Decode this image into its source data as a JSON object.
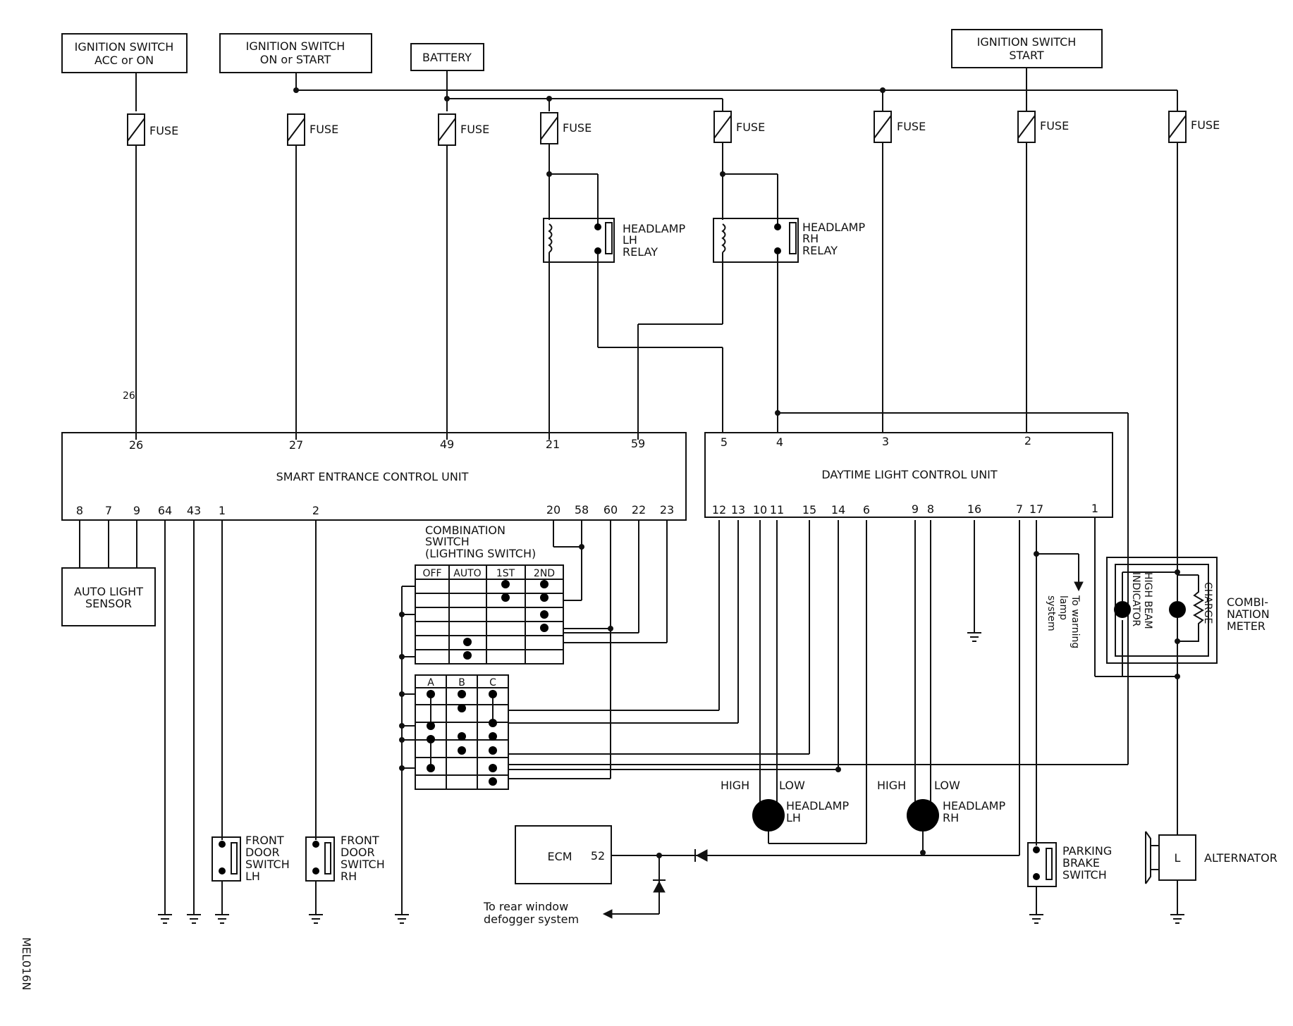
{
  "power_sources": {
    "ign_acc": [
      "IGNITION SWITCH",
      "ACC or ON"
    ],
    "ign_on": [
      "IGNITION SWITCH",
      "ON or START"
    ],
    "battery": "BATTERY",
    "ign_start": [
      "IGNITION SWITCH",
      "START"
    ]
  },
  "fuse_label": "FUSE",
  "relays": {
    "lh": [
      "HEADLAMP",
      "LH",
      "RELAY"
    ],
    "rh": [
      "HEADLAMP",
      "RH",
      "RELAY"
    ]
  },
  "secu": {
    "title": "SMART ENTRANCE CONTROL UNIT",
    "top_pins": [
      "26",
      "27",
      "49",
      "21",
      "59"
    ],
    "bottom_pins": [
      "8",
      "7",
      "9",
      "64",
      "43",
      "1",
      "2",
      "20",
      "58",
      "60",
      "22",
      "23"
    ]
  },
  "dlcu": {
    "title": "DAYTIME LIGHT CONTROL UNIT",
    "top_pins": [
      "5",
      "4",
      "3",
      "2"
    ],
    "bottom_pins": [
      "12",
      "13",
      "10",
      "11",
      "15",
      "14",
      "6",
      "9",
      "8",
      "16",
      "7",
      "17",
      "1"
    ]
  },
  "auto_light_sensor": [
    "AUTO LIGHT",
    "SENSOR"
  ],
  "combination_switch": {
    "label": [
      "COMBINATION",
      "SWITCH",
      "(LIGHTING SWITCH)"
    ],
    "positions": [
      "OFF",
      "AUTO",
      "1ST",
      "2ND"
    ],
    "beam_positions": [
      "A",
      "B",
      "C"
    ]
  },
  "front_door_lh": [
    "FRONT",
    "DOOR",
    "SWITCH",
    "LH"
  ],
  "front_door_rh": [
    "FRONT",
    "DOOR",
    "SWITCH",
    "RH"
  ],
  "ecm": {
    "label": "ECM",
    "pin": "52"
  },
  "rear_defogger": [
    "To rear window",
    "defogger system"
  ],
  "warning_lamp": [
    "To warning",
    "lamp",
    "system"
  ],
  "headlamp_lh": {
    "high": "HIGH",
    "low": "LOW",
    "label": [
      "HEADLAMP",
      "LH"
    ]
  },
  "headlamp_rh": {
    "high": "HIGH",
    "low": "LOW",
    "label": [
      "HEADLAMP",
      "RH"
    ]
  },
  "parking_brake": [
    "PARKING",
    "BRAKE",
    "SWITCH"
  ],
  "combination_meter": {
    "label": [
      "COMBI-",
      "NATION",
      "METER"
    ],
    "high_beam": [
      "HIGH BEAM",
      "INDICATOR"
    ],
    "charge": "CHARGE"
  },
  "alternator": {
    "label": "ALTERNATOR",
    "terminal": "L"
  },
  "figure_code": "MEL016N",
  "page_mark": "26"
}
